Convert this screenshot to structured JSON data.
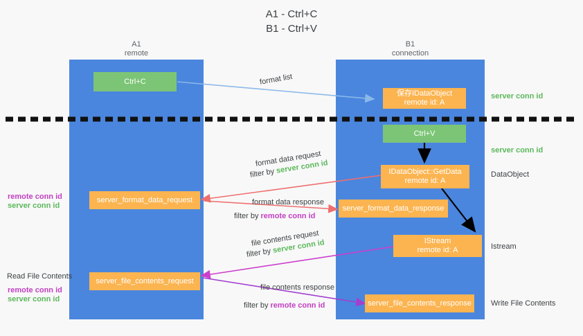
{
  "title": {
    "line1": "A1 - Ctrl+C",
    "line2": "B1 - Ctrl+V"
  },
  "lanes": [
    {
      "name": "A1",
      "sub": "remote"
    },
    {
      "name": "B1",
      "sub": "connection"
    }
  ],
  "boxes": {
    "ctrl_c": {
      "line1": "Ctrl+C"
    },
    "save_idataobject": {
      "line1": "保存IDataObject",
      "line2": "remote id: A"
    },
    "ctrl_v": {
      "line1": "Ctrl+V"
    },
    "getdata": {
      "line1": "IDataObject::GetData",
      "line2": "remote id: A"
    },
    "server_format_data_request": {
      "line1": "server_format_data_request"
    },
    "server_format_data_response": {
      "line1": "server_format_data_response"
    },
    "istream": {
      "line1": "IStream",
      "line2": "remote id: A"
    },
    "server_file_contents_request": {
      "line1": "server_file_contents_request"
    },
    "server_file_contents_response": {
      "line1": "server_file_contents_response"
    }
  },
  "edge_labels": {
    "format_list": "format list",
    "format_data_request": "format data request",
    "format_data_request_filter_prefix": "filter by ",
    "format_data_request_filter_key": "server conn id",
    "format_data_response": "format data response",
    "format_data_response_filter_prefix": "filter by ",
    "format_data_response_filter_key": "remote conn id",
    "file_contents_request": "file contents request",
    "file_contents_request_filter_prefix": "filter by ",
    "file_contents_request_filter_key": "server conn id",
    "file_contents_response": "file contents response",
    "file_contents_response_filter_prefix": "filter by ",
    "file_contents_response_filter_key": "remote conn id"
  },
  "side_labels": {
    "server_conn_id_top": "server conn id",
    "server_conn_id_mid": "server conn id",
    "dataobject": "DataObject",
    "istream": "Istream",
    "write_file_contents": "Write File Contents",
    "read_file_contents": "Read File Contents",
    "left_remote_conn_id_1": "remote conn id",
    "left_server_conn_id_1": "server conn id",
    "left_remote_conn_id_2": "remote conn id",
    "left_server_conn_id_2": "server conn id"
  },
  "colors": {
    "lane": "#4a86de",
    "green_box": "#7cc576",
    "orange_box": "#fbb450",
    "green_text": "#5cb85c",
    "magenta_text": "#c23fc2",
    "arrow_blue": "#8ab8e8",
    "arrow_red": "#ef6e6e",
    "arrow_magenta": "#cc3fcc",
    "arrow_purple": "#a23fd0",
    "arrow_black": "#000000",
    "background": "#f8f8f8"
  }
}
